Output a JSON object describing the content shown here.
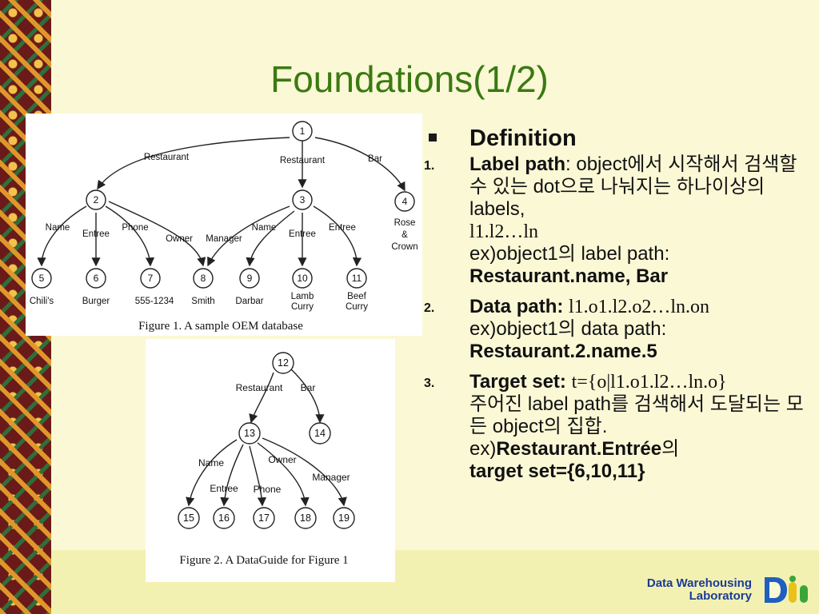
{
  "title": "Foundations(1/2)",
  "figure1": {
    "caption": "Figure 1. A sample OEM database",
    "nodes": {
      "n1": "1",
      "n2": "2",
      "n3": "3",
      "n4": "4",
      "n5": "5",
      "n6": "6",
      "n7": "7",
      "n8": "8",
      "n9": "9",
      "n10": "10",
      "n11": "11"
    },
    "edges": {
      "e1_2": "Restaurant",
      "e1_3": "Restaurant",
      "e1_4": "Bar",
      "e2_5": "Name",
      "e2_6": "Entree",
      "e2_7": "Phone",
      "e2_8": "Owner",
      "e3_8": "Manager",
      "e3_9": "Name",
      "e3_10": "Entree",
      "e3_11": "Entree"
    },
    "values": {
      "v4a": "Rose",
      "v4b": "&",
      "v4c": "Crown",
      "v5": "Chili's",
      "v6": "Burger",
      "v7": "555-1234",
      "v8": "Smith",
      "v9": "Darbar",
      "v10a": "Lamb",
      "v10b": "Curry",
      "v11a": "Beef",
      "v11b": "Curry"
    }
  },
  "figure2": {
    "caption": "Figure 2. A DataGuide for Figure 1",
    "nodes": {
      "n12": "12",
      "n13": "13",
      "n14": "14",
      "n15": "15",
      "n16": "16",
      "n17": "17",
      "n18": "18",
      "n19": "19"
    },
    "edges": {
      "e12_13": "Restaurant",
      "e12_14": "Bar",
      "e13_15": "Name",
      "e13_16": "Entree",
      "e13_17": "Phone",
      "e13_18": "Owner",
      "e13_19": "Manager"
    }
  },
  "definition": {
    "heading": "Definition",
    "items": [
      {
        "num": "1.",
        "term": "Label path",
        "text": ": object에서 시작해서 검색할 수 있는 dot으로 나눠지는 하나이상의 labels,",
        "formula": "l1.l2…ln",
        "example_prefix": "ex)object1의 label path:",
        "example_value": "Restaurant.name, Bar"
      },
      {
        "num": "2.",
        "term": "Data path:",
        "formula": "l1.o1.l2.o2…ln.on",
        "example_prefix": "ex)object1의 data path:",
        "example_value": "Restaurant.2.name.5"
      },
      {
        "num": "3.",
        "term": "Target set:",
        "formula": "t={o|l1.o1.l2…ln.o}",
        "text": "주어진 label path를 검색해서 도달되는 모든 object의 집합.",
        "example_prefix": "ex)",
        "example_value": "Restaurant.Entrée",
        "example_suffix": "의",
        "target_value": "target set={6,10,11}"
      }
    ]
  },
  "footer": {
    "line1": "Data  Warehousing",
    "line2": "Laboratory"
  },
  "colors": {
    "title": "#3a7a12",
    "footer": "#1a3a9a",
    "background": "#fbf8d6"
  }
}
